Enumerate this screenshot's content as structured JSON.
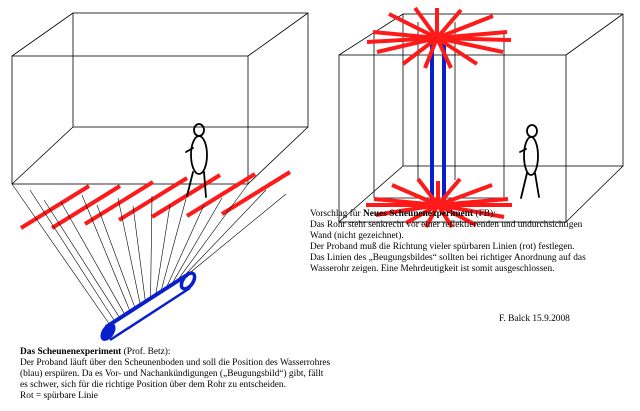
{
  "left_caption": {
    "title_bold": "Das Scheunenexperiment",
    "title_rest": " (Prof. Betz):",
    "lines": [
      "Der Proband läuft über den Scheunenboden und soll die Position des Wasserrohres",
      "(blau) erspüren. Da es Vor- und Nachankündigungen („Beugungsbild“) gibt, fällt",
      "es schwer, sich für die richtige Position über dem Rohr zu entscheiden.",
      "Rot = spürbare Linie"
    ]
  },
  "right_caption": {
    "title_pre": "Vorschlag für ",
    "title_bold": "Neues Scheunenexperiment",
    "title_post": " (FB):",
    "lines": [
      "Das Rohr steht senkrecht vor einer reflektierenden und undurchsichtigen",
      "Wand (nicht gezeichnet).",
      "Der Proband muß die Richtung vieler spürbaren Linien (rot) festlegen.",
      "Das Linien des „Beugungsbildes“ sollten bei richtiger Anordnung auf das",
      "Wasserohr zeigen. Eine Mehrdeutigkeit ist somit ausgeschlossen."
    ]
  },
  "author_line": "F. Balck 15.9.2008",
  "colors": {
    "lines": "#ff1a1a",
    "pipe": "#0a1fcc",
    "outline": "#000000"
  }
}
